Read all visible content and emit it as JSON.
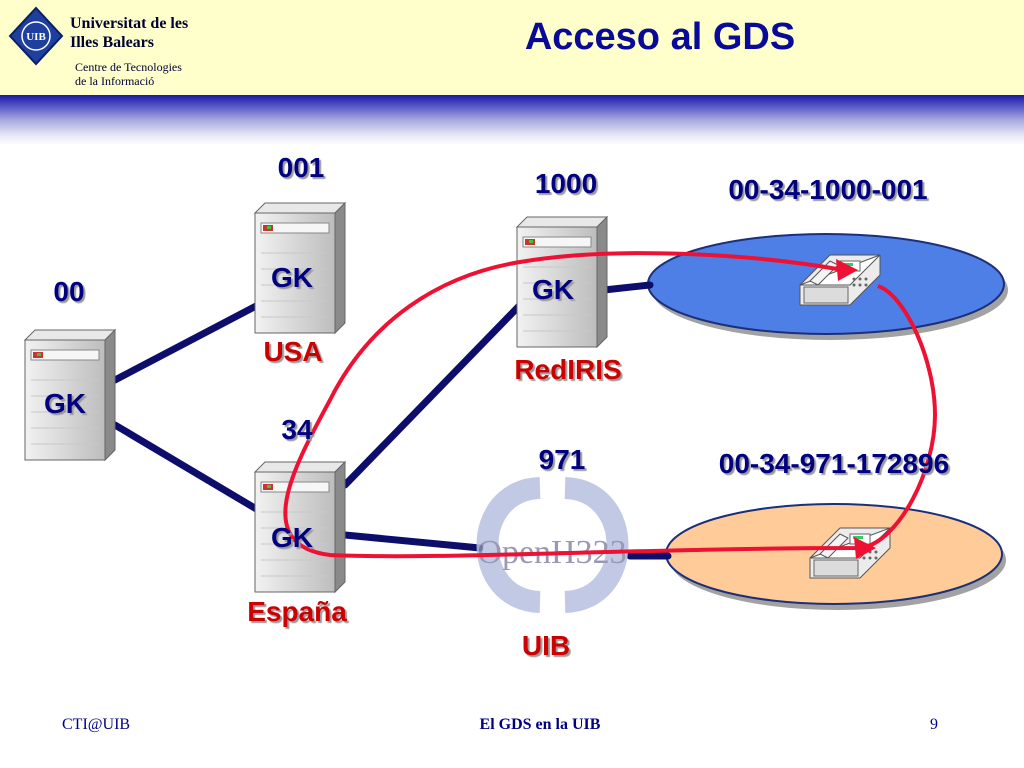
{
  "header": {
    "university_line1": "Universitat de les",
    "university_line2": "Illes Balears",
    "dept_line1": "Centre de Tecnologies",
    "dept_line2": "de la Informació",
    "logo_text": "UIB",
    "title": "Acceso al GDS"
  },
  "nodes": {
    "root": {
      "code": "00",
      "gk": "GK"
    },
    "usa": {
      "code": "001",
      "gk": "GK",
      "name": "USA"
    },
    "spain": {
      "code": "34",
      "gk": "GK",
      "name": "España"
    },
    "rediris": {
      "code": "1000",
      "gk": "GK",
      "name": "RedIRIS"
    },
    "uib": {
      "code": "971",
      "name": "UIB",
      "logo_text": "OpenH323"
    }
  },
  "phones": {
    "top": {
      "number": "00-34-1000-001"
    },
    "bottom": {
      "number": "00-34-971-172896"
    }
  },
  "colors": {
    "link": "#0d0d6b",
    "signal": "#ee1133",
    "blue_zone": "#4d7fe6",
    "orange_zone": "#ffcc99",
    "title": "#0a0a99"
  },
  "footer": {
    "left": "CTI@UIB",
    "center": "El GDS en la UIB",
    "page": "9"
  }
}
